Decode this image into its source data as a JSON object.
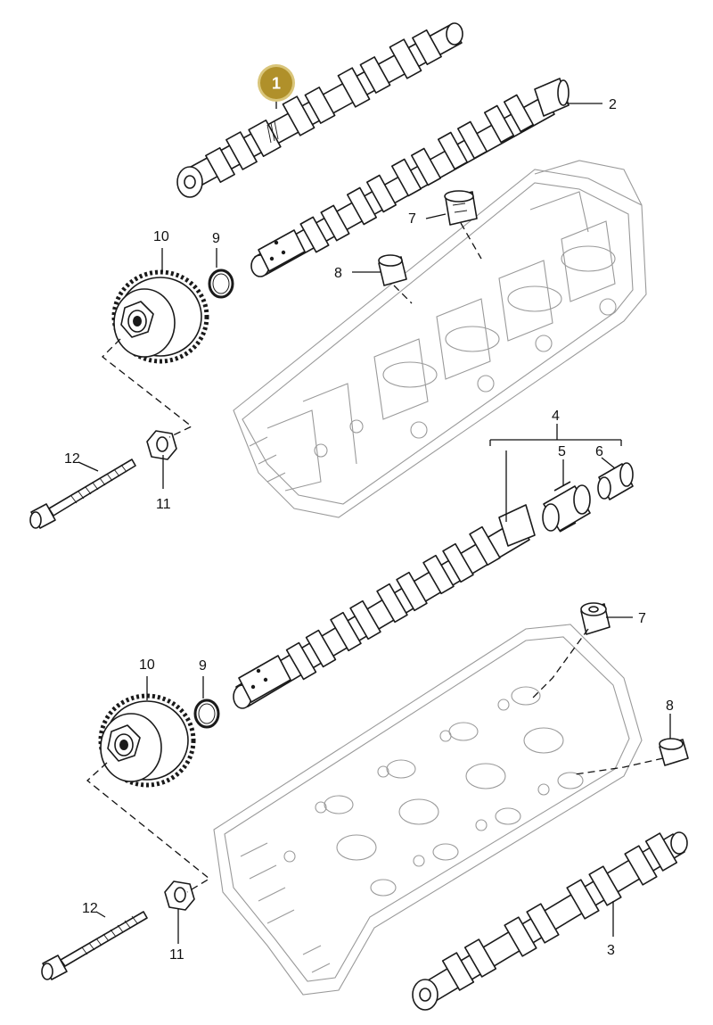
{
  "diagram": {
    "selected_badge": "1",
    "callouts": {
      "c2": "2",
      "c3": "3",
      "c4": "4",
      "c5": "5",
      "c6": "6",
      "c7_top": "7",
      "c7_bottom": "7",
      "c8_top": "8",
      "c8_bottom": "8",
      "c9_top": "9",
      "c9_bottom": "9",
      "c10_top": "10",
      "c10_bottom": "10",
      "c11_top": "11",
      "c11_bottom": "11",
      "c12_top": "12",
      "c12_bottom": "12"
    },
    "colors": {
      "badge_fill": "#b0902a",
      "badge_border": "#d9c57a",
      "line": "#1a1a1a",
      "cylinder_head": "#9a9a9a"
    }
  }
}
